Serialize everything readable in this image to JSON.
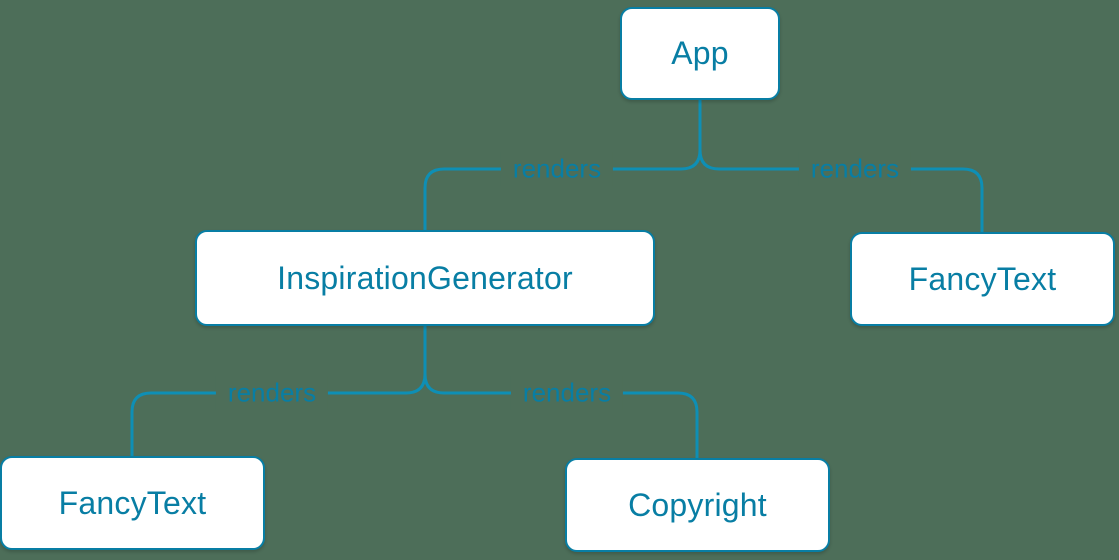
{
  "colors": {
    "background": "#4d6e59",
    "accent": "#087ea4",
    "line": "#0e8fb5",
    "node_background": "#ffffff"
  },
  "diagram": {
    "nodes": [
      {
        "id": "app",
        "label": "App"
      },
      {
        "id": "inspiration-generator",
        "label": "InspirationGenerator"
      },
      {
        "id": "fancy-text-top-right",
        "label": "FancyText"
      },
      {
        "id": "fancy-text-bottom-left",
        "label": "FancyText"
      },
      {
        "id": "copyright",
        "label": "Copyright"
      }
    ],
    "edges": [
      {
        "from": "App",
        "to": "InspirationGenerator",
        "label": "renders"
      },
      {
        "from": "App",
        "to": "FancyText",
        "label": "renders"
      },
      {
        "from": "InspirationGenerator",
        "to": "FancyText",
        "label": "renders"
      },
      {
        "from": "InspirationGenerator",
        "to": "Copyright",
        "label": "renders"
      }
    ]
  }
}
